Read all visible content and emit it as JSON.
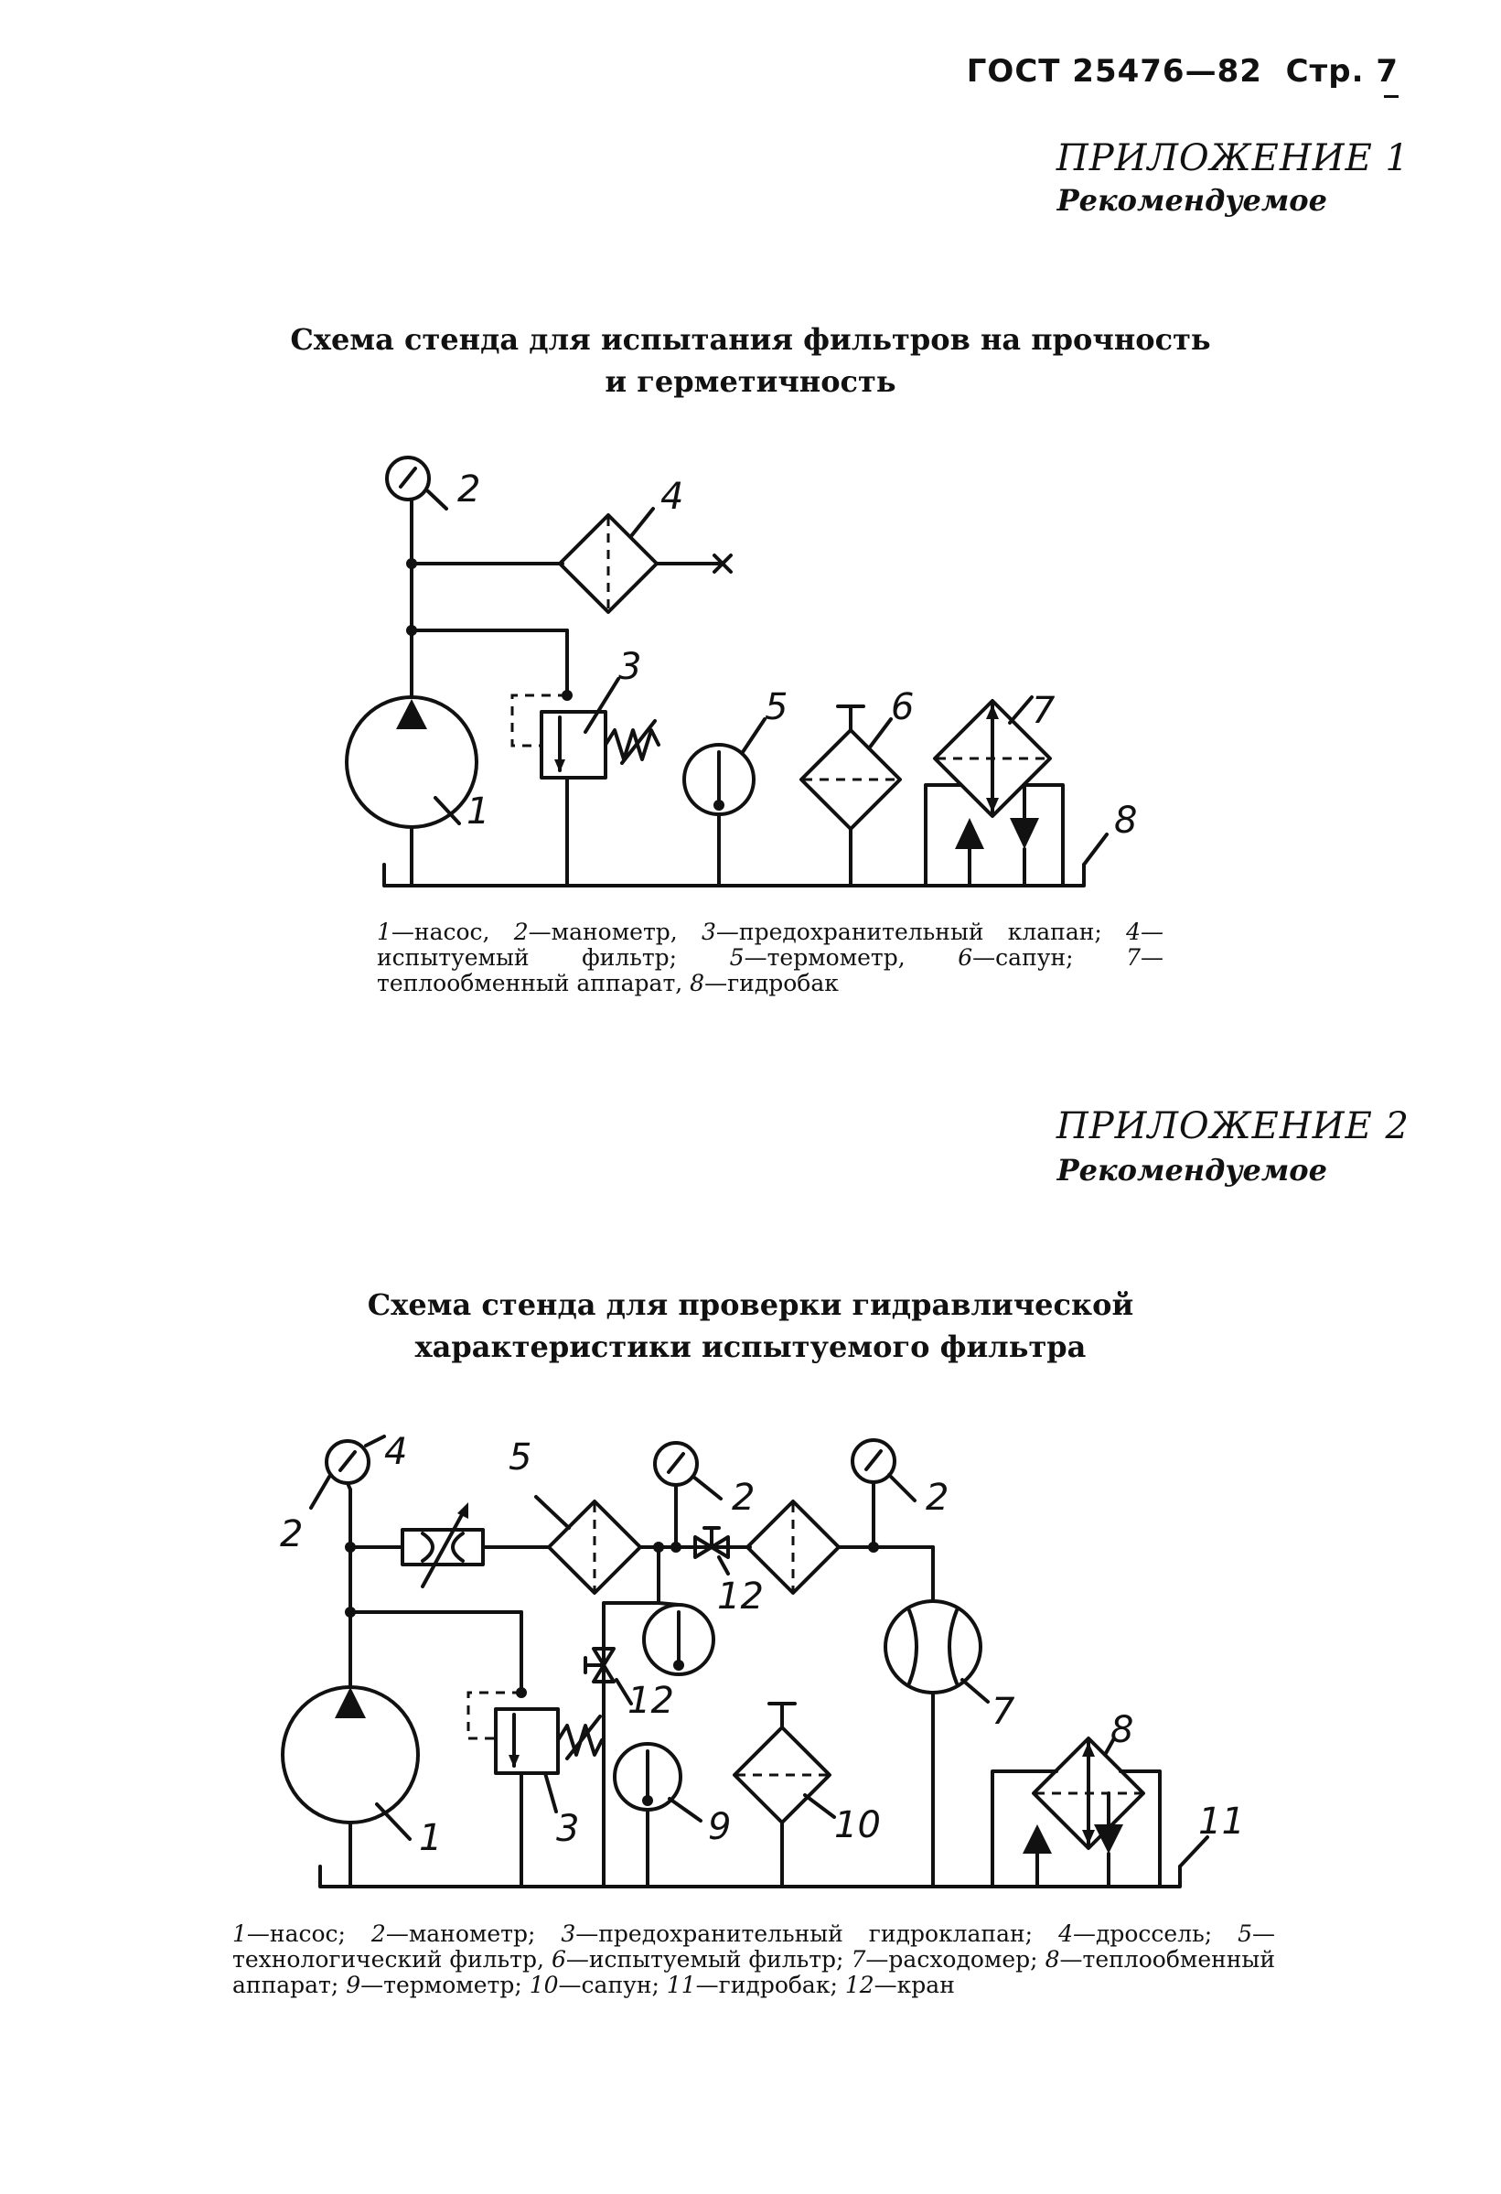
{
  "header": {
    "gost": "ГОСТ 25476—82",
    "page": "Стр. 7"
  },
  "appendix1": {
    "title": "ПРИЛОЖЕНИЕ 1",
    "subtitle": "Рекомендуемое",
    "diagram_title_1": "Схема стенда для испытания фильтров на прочность",
    "diagram_title_2": "и герметичность",
    "labels": [
      "1",
      "2",
      "3",
      "4",
      "5",
      "6",
      "7",
      "8"
    ],
    "legend": [
      {
        "n": "1",
        "t": "—насос, "
      },
      {
        "n": "2",
        "t": "—манометр, "
      },
      {
        "n": "3",
        "t": "—предохранительный клапан; "
      },
      {
        "n": "4",
        "t": "—испытуемый фильтр; "
      },
      {
        "n": "5",
        "t": "—термометр, "
      },
      {
        "n": "6",
        "t": "—сапун; "
      },
      {
        "n": "7",
        "t": "—теплообменный аппарат, "
      },
      {
        "n": "8",
        "t": "—гидробак"
      }
    ]
  },
  "appendix2": {
    "title": "ПРИЛОЖЕНИЕ 2",
    "subtitle": "Рекомендуемое",
    "diagram_title_1": "Схема стенда для проверки гидравлической",
    "diagram_title_2": "характеристики испытуемого фильтра",
    "labels": [
      "1",
      "2",
      "2",
      "2",
      "3",
      "4",
      "5",
      "7",
      "8",
      "9",
      "10",
      "11",
      "12",
      "12"
    ],
    "legend": [
      {
        "n": "1",
        "t": "—насос; "
      },
      {
        "n": "2",
        "t": "—манометр; "
      },
      {
        "n": "3",
        "t": "—предохранительный гидроклапан; "
      },
      {
        "n": "4",
        "t": "—дроссель; "
      },
      {
        "n": "5",
        "t": "—технологический фильтр, "
      },
      {
        "n": "6",
        "t": "—испытуемый фильтр; "
      },
      {
        "n": "7",
        "t": "—расходомер; "
      },
      {
        "n": "8",
        "t": "—теплообменный аппарат; "
      },
      {
        "n": "9",
        "t": "—термометр; "
      },
      {
        "n": "10",
        "t": "—сапун; "
      },
      {
        "n": "11",
        "t": "—гидробак; "
      },
      {
        "n": "12",
        "t": "—кран"
      }
    ]
  }
}
